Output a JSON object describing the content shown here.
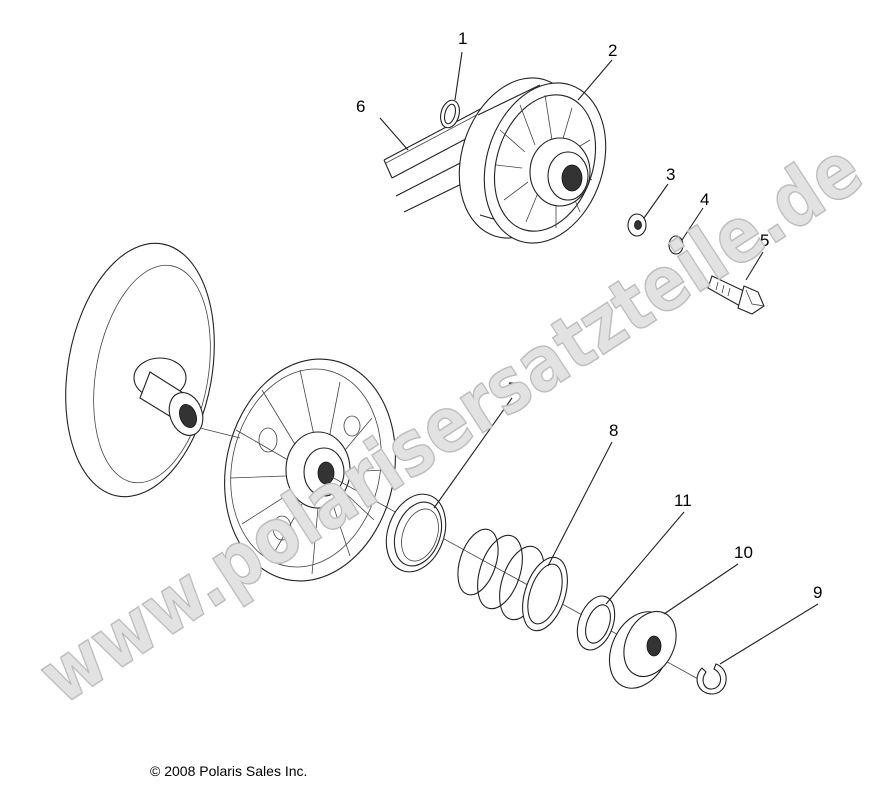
{
  "watermark": "www.polarisersatzteile.de",
  "copyright": "© 2008 Polaris Sales Inc.",
  "callouts": [
    {
      "id": "1",
      "label": "1"
    },
    {
      "id": "2",
      "label": "2"
    },
    {
      "id": "3",
      "label": "3"
    },
    {
      "id": "4",
      "label": "4"
    },
    {
      "id": "5",
      "label": "5"
    },
    {
      "id": "6",
      "label": "6"
    },
    {
      "id": "7",
      "label": "7"
    },
    {
      "id": "8",
      "label": "8"
    },
    {
      "id": "9",
      "label": "9"
    },
    {
      "id": "10",
      "label": "10"
    },
    {
      "id": "11",
      "label": "11"
    }
  ]
}
